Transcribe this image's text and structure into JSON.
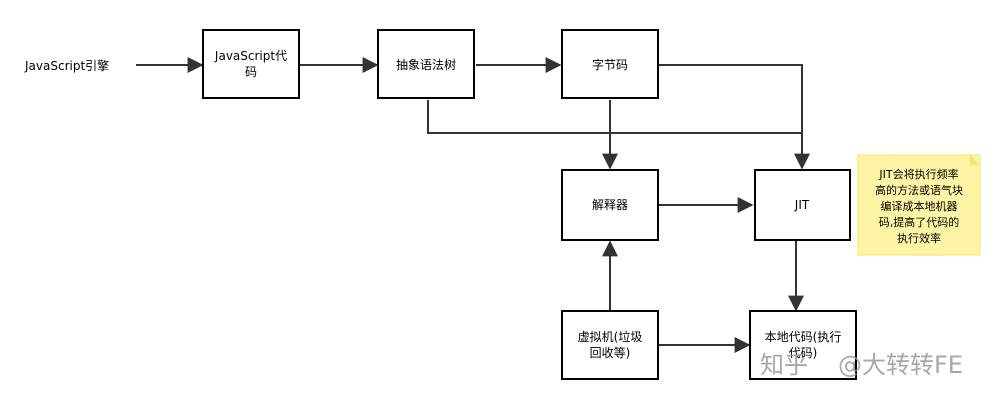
{
  "entry_label": "JavaScript引擎",
  "nodes": {
    "js_code": {
      "line1": "JavaScript代",
      "line2": "码"
    },
    "ast": {
      "label": "抽象语法树"
    },
    "bytecode": {
      "label": "字节码"
    },
    "interpreter": {
      "label": "解释器"
    },
    "jit": {
      "label": "JIT"
    },
    "vm": {
      "line1": "虚拟机(垃圾",
      "line2": "回收等)"
    },
    "native": {
      "line1": "本地代码(执行",
      "line2": "代码)"
    }
  },
  "note": {
    "lines": [
      "JIT会将执行频率",
      "高的方法或语气块",
      "编译成本地机器",
      "码,提高了代码的",
      "执行效率"
    ],
    "color": "#fdf5a5"
  },
  "watermark": {
    "platform": "知乎",
    "author": "@大转转FE"
  }
}
